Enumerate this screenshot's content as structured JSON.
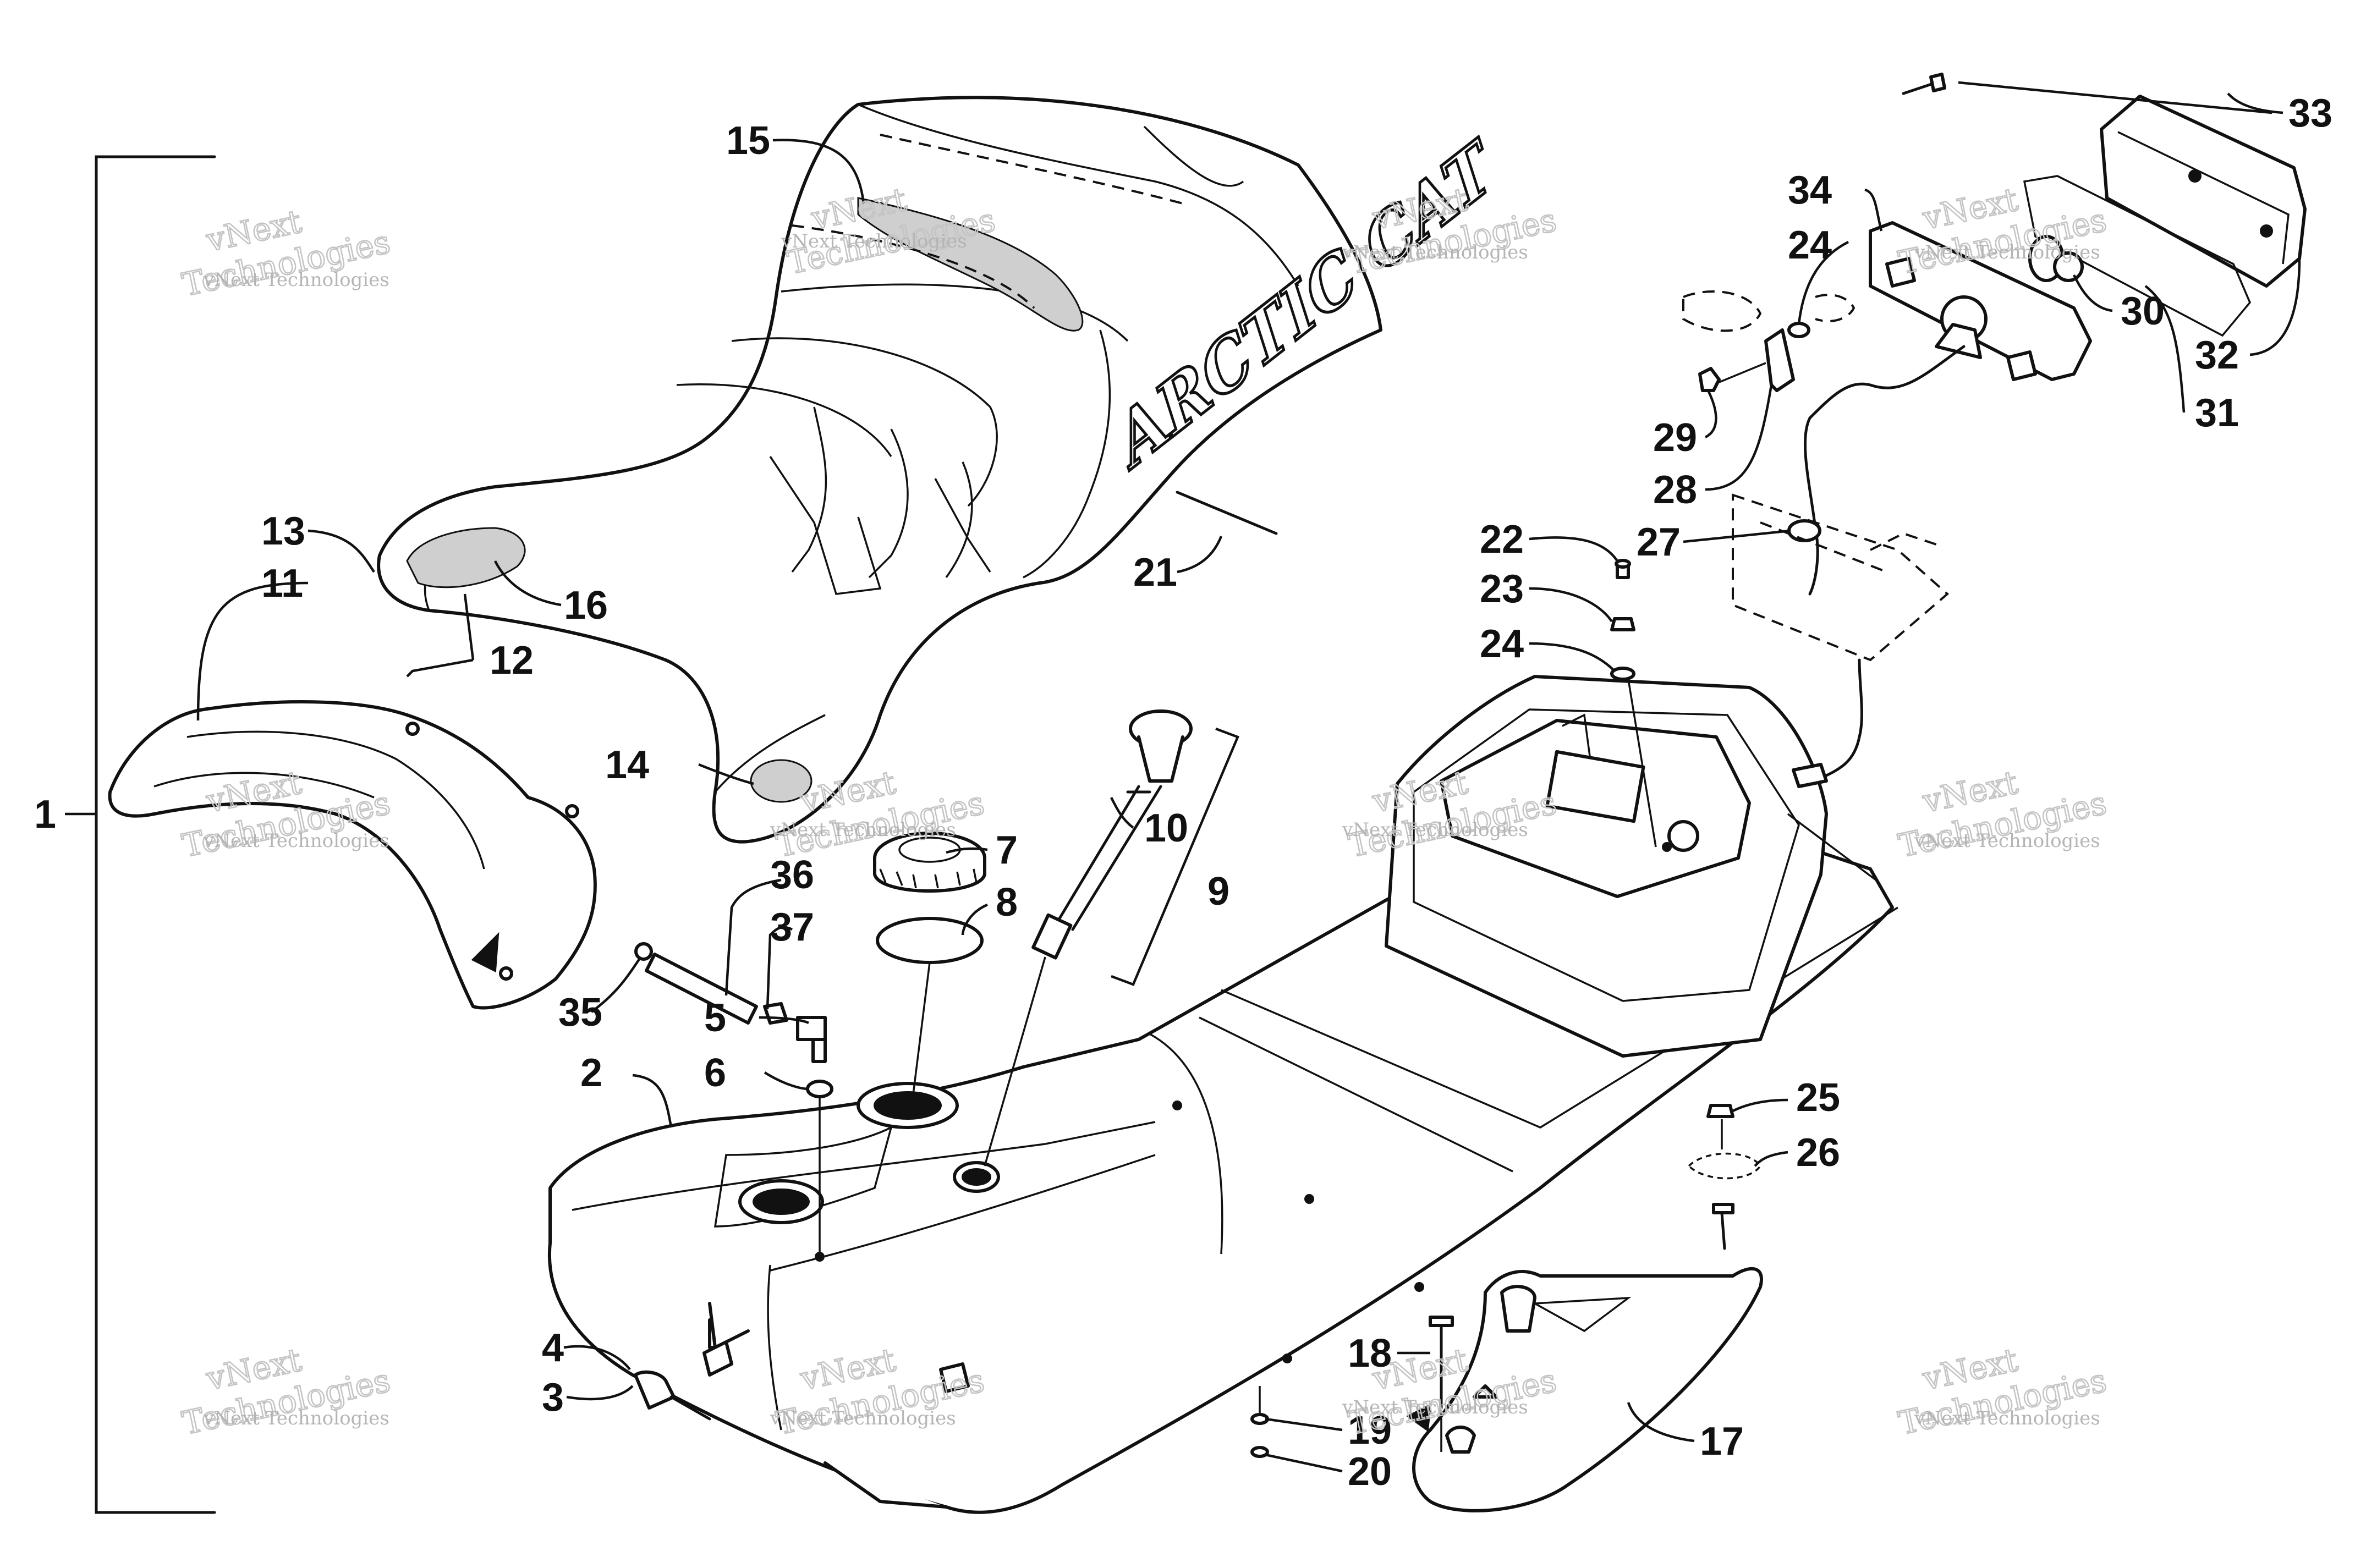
{
  "diagram": {
    "brand_text": "ARCTIC CAT",
    "watermark": {
      "small": "vNext Technologies",
      "big": "Technologies",
      "sup": "vNext"
    },
    "callouts": [
      "1",
      "2",
      "3",
      "4",
      "5",
      "6",
      "7",
      "8",
      "9",
      "10",
      "11",
      "12",
      "13",
      "14",
      "15",
      "16",
      "17",
      "18",
      "19",
      "20",
      "21",
      "22",
      "23",
      "24",
      "24",
      "25",
      "26",
      "27",
      "28",
      "29",
      "30",
      "31",
      "32",
      "33",
      "34",
      "35",
      "36",
      "37"
    ]
  }
}
